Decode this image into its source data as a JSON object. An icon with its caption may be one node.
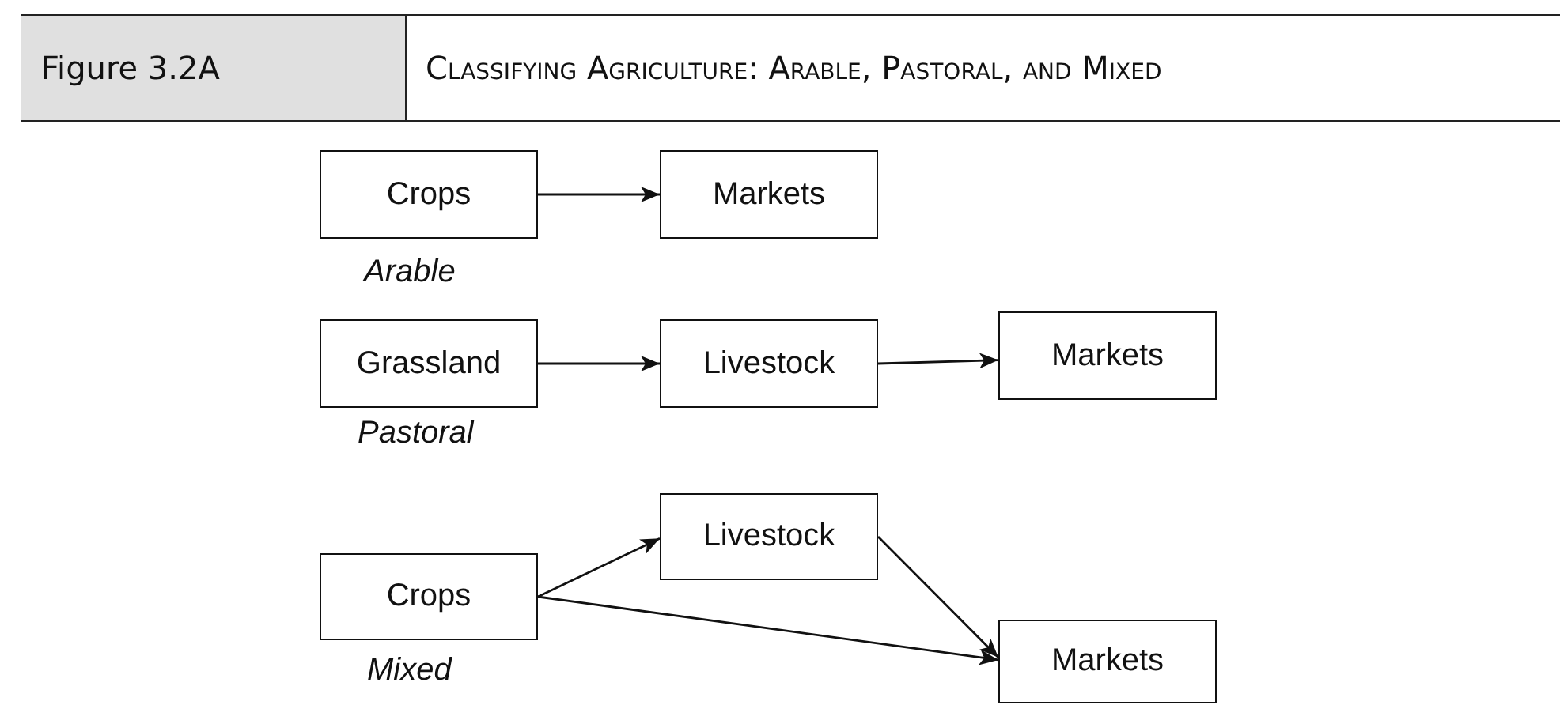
{
  "diagram": {
    "title": "Classifying Agriculture: Arable, Pastoral, and Mixed",
    "nodes": [
      {
        "text": [
          "Crops"
        ],
        "beside": [
          "Arable"
        ]
      },
      {
        "text": [
          "Markets"
        ]
      },
      {
        "text": [
          "Grassland"
        ],
        "beside": [
          "Pastoral"
        ]
      },
      {
        "text": [
          "Livestock"
        ]
      },
      {
        "text": [
          "Markets"
        ]
      },
      {
        "text": [
          "Livestock"
        ]
      },
      {
        "text": [
          "Crops"
        ],
        "beside": [
          "Mixed"
        ]
      },
      {
        "text": [
          "Markets"
        ]
      }
    ],
    "edges": [
      {
        "from": 0,
        "to": 1,
        "arrow": "to"
      },
      {
        "from": 2,
        "to": 3,
        "arrow": "to"
      },
      {
        "from": 3,
        "to": 4,
        "arrow": "to"
      },
      {
        "from": 6,
        "to": 5,
        "arrow": "to"
      },
      {
        "from": 5,
        "to": 7,
        "arrow": "to"
      },
      {
        "from": 6,
        "to": 7,
        "arrow": "to"
      }
    ],
    "labels": [
      "Figure 3.2A"
    ]
  }
}
